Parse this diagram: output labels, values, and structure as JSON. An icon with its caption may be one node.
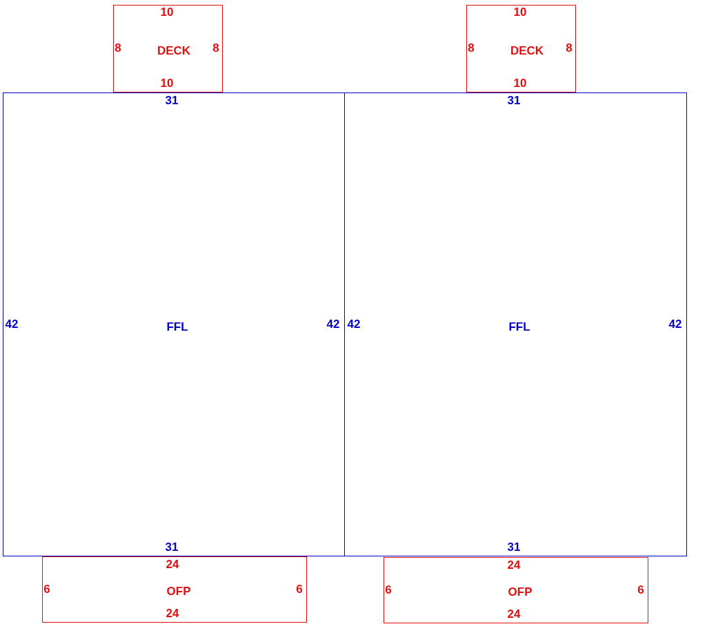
{
  "diagram": {
    "nodes": [
      {
        "text": [
          "10",
          "8",
          "DECK",
          "8",
          "10"
        ]
      },
      {
        "text": [
          "10",
          "8",
          "DECK",
          "8",
          "10"
        ]
      },
      {
        "text": [
          "31",
          "42",
          "FFL",
          "42",
          "31"
        ]
      },
      {
        "text": [
          "31",
          "42",
          "FFL",
          "42",
          "31"
        ]
      },
      {
        "text": [
          "24",
          "6",
          "OFP",
          "6",
          "24"
        ]
      },
      {
        "text": [
          "24",
          "6",
          "OFP",
          "6",
          "24"
        ]
      }
    ]
  }
}
